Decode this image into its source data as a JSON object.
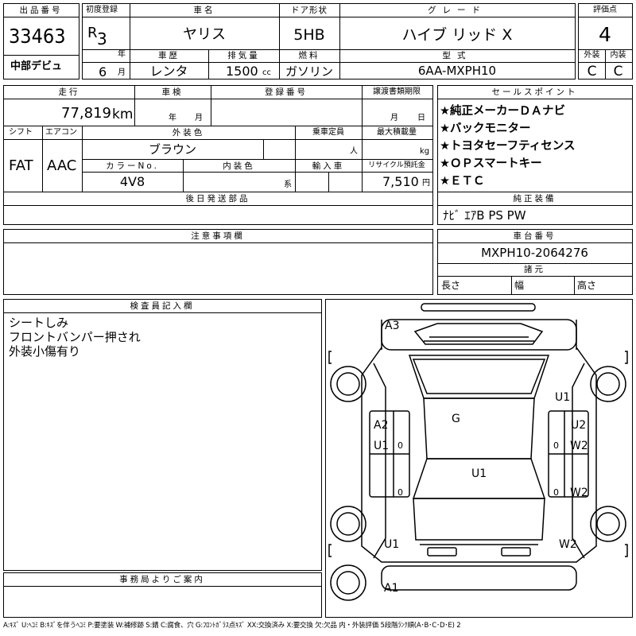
{
  "header": {
    "lot_label": "出品番号",
    "lot_number": "33463",
    "debut_label": "中部デビュ",
    "first_reg_label": "初度登録",
    "era_prefix": "R",
    "year_value": "3",
    "year_unit": "年",
    "month_value": "6",
    "month_unit": "月",
    "car_name_label": "車名",
    "car_name": "ヤリス",
    "door_label": "ドア形状",
    "door_value": "5HB",
    "grade_label": "グレード",
    "grade_value": "ハイブ リッド X",
    "score_label": "評価点",
    "score_value": "4",
    "history_label": "車歴",
    "history_value": "レンタ",
    "displacement_label": "排気量",
    "displacement_value": "1500",
    "displacement_unit": "cc",
    "fuel_label": "燃料",
    "fuel_value": "ガソリン",
    "model_label": "型式",
    "model_value": "6AA-MXPH10",
    "exterior_label": "外装",
    "exterior_value": "C",
    "interior_label": "内装",
    "interior_value": "C"
  },
  "details": {
    "mileage_label": "走行",
    "mileage_value": "77,819",
    "mileage_unit": "km",
    "inspection_label": "車検",
    "inspection_year_unit": "年",
    "inspection_month_unit": "月",
    "reg_label": "登録番号",
    "transfer_label": "譲渡書類期限",
    "transfer_month_unit": "月",
    "transfer_day_unit": "日",
    "shift_label": "シフト",
    "shift_value": "FAT",
    "ac_label": "エアコン",
    "ac_value": "AAC",
    "ext_color_label": "外装色",
    "ext_color_value": "ブラウン",
    "capacity_label": "乗車定員",
    "capacity_unit": "人",
    "load_label": "最大積載量",
    "load_unit": "kg",
    "color_no_label": "カラーNo.",
    "color_no_value": "4V8",
    "int_color_label": "内装色",
    "int_color_unit": "系",
    "import_label": "輸入車",
    "recycle_label": "リサイクル預託金",
    "recycle_value": "7,510",
    "recycle_unit": "円",
    "later_parts_label": "後日発送部品"
  },
  "sales_points": {
    "label": "セールスポイント",
    "items": [
      "★純正メーカーＤＡナビ",
      "★バックモニター",
      "★トヨタセーフティセンス",
      "★ＯＰスマートキー",
      "★ＥＴＣ"
    ]
  },
  "equipment": {
    "label": "純正装備",
    "value": "ﾅﾋﾞ ｴｱB PS PW"
  },
  "notes": {
    "label": "注意事項欄"
  },
  "chassis": {
    "label": "車台番号",
    "value": "MXPH10-2064276",
    "dims_label": "諸元",
    "length_label": "長さ",
    "width_label": "幅",
    "height_label": "高さ"
  },
  "inspector": {
    "label": "検査員記入欄",
    "lines": [
      "シートしみ",
      "フロントバンパー押され",
      "外装小傷有り"
    ]
  },
  "office": {
    "label": "事務局よりご案内"
  },
  "diagram": {
    "A3": "A3",
    "U1_right": "U1",
    "G": "G",
    "A2": "A2",
    "U1_left": "U1",
    "U2": "U2",
    "W2_a": "W2",
    "U1_center": "U1",
    "W2_b": "W2",
    "U1_rear": "U1",
    "W2_c": "W2",
    "A1": "A1",
    "zero": "0"
  },
  "legend": "A:ｷｽﾞ U:ﾍｺﾐ B:ｷｽﾞを伴うﾍｺﾐ P:要塗装 W:補修跡 S:錆 C:腐食、穴 G:ﾌﾛﾝﾄｶﾞﾗｽ点ｷｽﾞ XX:交換済み X:要交換 欠:欠品 内・外装評価 5段階ﾗﾝｸ順(A･B･C･D･E) 2"
}
